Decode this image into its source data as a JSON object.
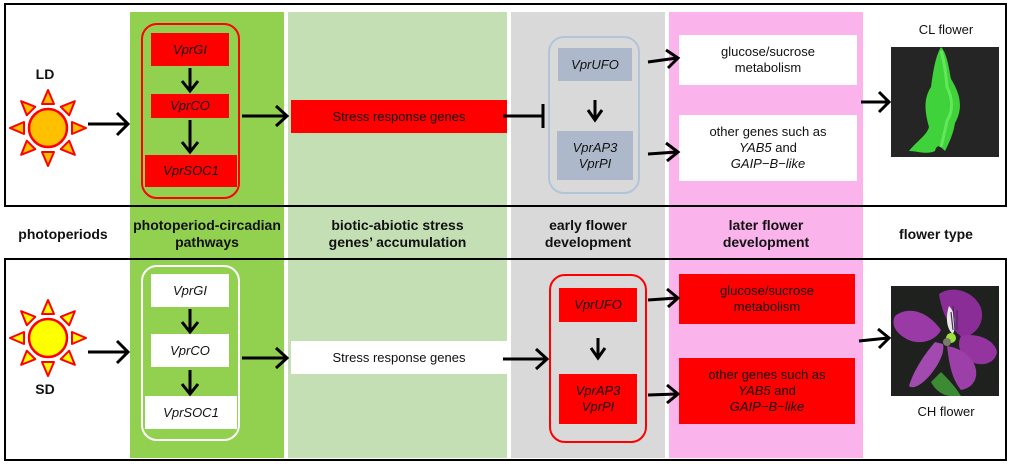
{
  "colors": {
    "photoperiod_col": "#92d050",
    "stress_col": "#c4dfb4",
    "early_col": "#d9d9d9",
    "later_col": "#fbb4eb",
    "active_red": "#ff0000",
    "inactive_gray": "#adb9ca",
    "ld_sun_core": "#ffc000",
    "sd_sun_core": "#ffff00",
    "sun_rays": "#ff0000"
  },
  "column_headers": {
    "photoperiods": "photoperiods",
    "photoperiod_pathways": [
      "photoperiod-circadian",
      "pathways"
    ],
    "stress": [
      "biotic-abiotic stress",
      "genes’ accumulation"
    ],
    "early": [
      "early flower",
      "development"
    ],
    "later": [
      "later flower",
      "development"
    ],
    "flower_type": "flower type"
  },
  "ld_row": {
    "label": "LD",
    "sun_icon": "sun-icon",
    "pathway_genes": [
      "VprGI",
      "VprCO",
      "VprSOC1"
    ],
    "stress_box": "Stress response genes",
    "stress_relation": "inhibits",
    "early_genes": [
      "VprUFO",
      "VprAP3",
      "VprPI"
    ],
    "later_box1": [
      "glucose/sucrose",
      "metabolism"
    ],
    "later_box2": {
      "line1": "other genes such as",
      "gene1": "YAB5",
      "and": " and",
      "gene2": "GAIP−B−like"
    },
    "flower_label": "CL flower"
  },
  "sd_row": {
    "label": "SD",
    "sun_icon": "sun-icon",
    "pathway_genes": [
      "VprGI",
      "VprCO",
      "VprSOC1"
    ],
    "stress_box": "Stress response genes",
    "stress_relation": "activates",
    "early_genes": [
      "VprUFO",
      "VprAP3",
      "VprPI"
    ],
    "later_box1": [
      "glucose/sucrose",
      "metabolism"
    ],
    "later_box2": {
      "line1": "other genes such as",
      "gene1": "YAB5",
      "and": " and",
      "gene2": "GAIP−B−like"
    },
    "flower_label": "CH flower"
  }
}
